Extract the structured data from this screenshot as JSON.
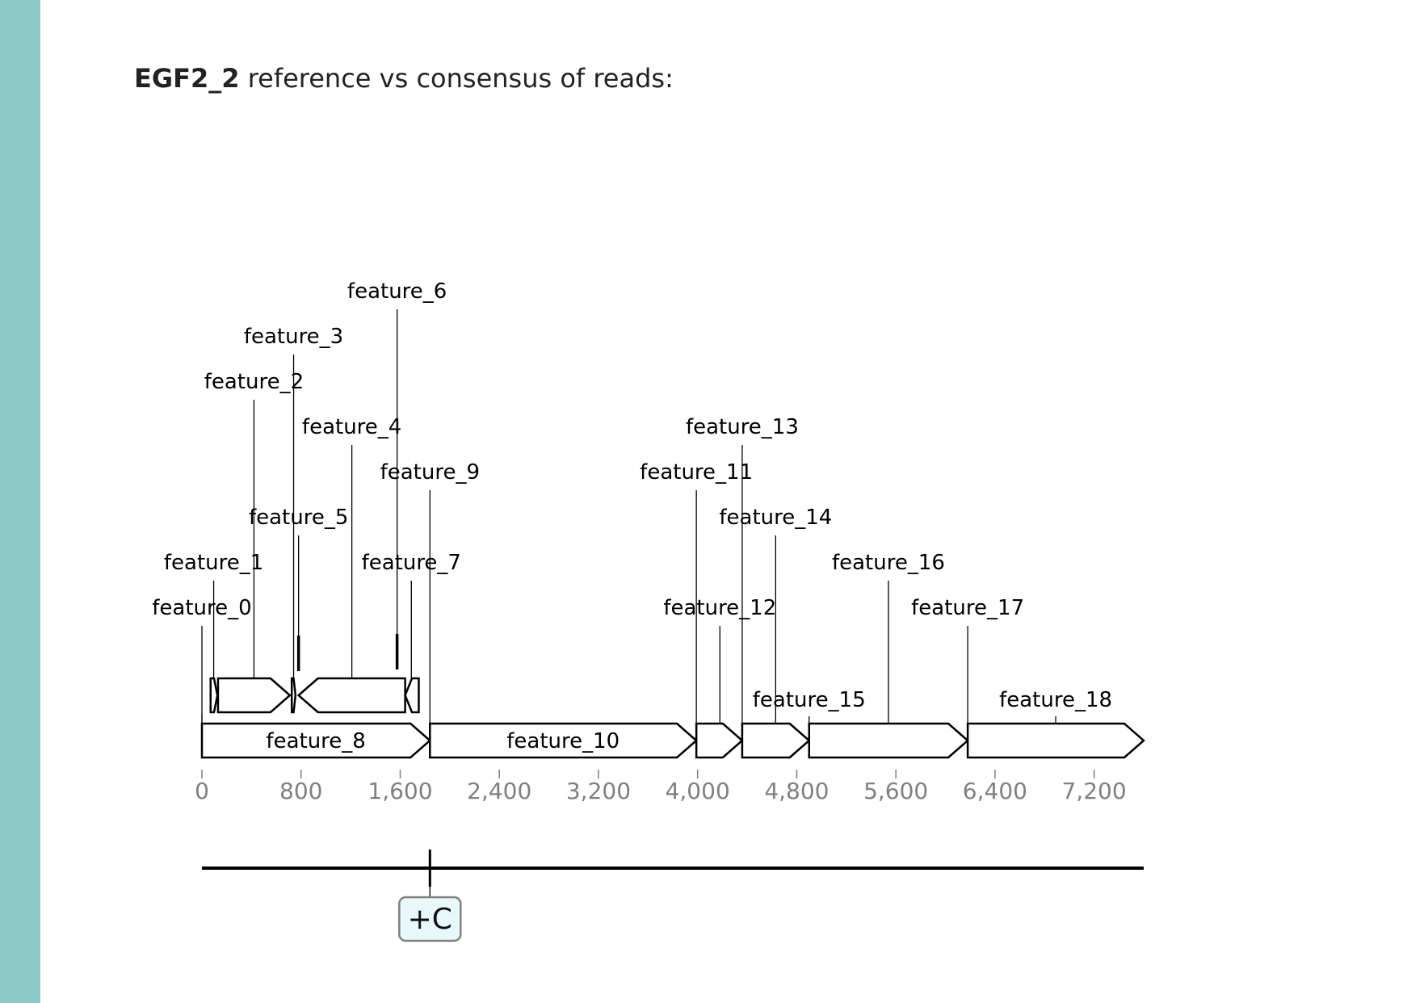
{
  "colors": {
    "side_band": "#8ecac8",
    "feature_outline": "#000000",
    "tick_label": "#808080",
    "mutation_box_fill": "#e8f8f8",
    "mutation_box_stroke": "#808080"
  },
  "title": {
    "construct": "EGF2_2",
    "rest": " reference vs consensus of reads:"
  },
  "axis": {
    "min": 0,
    "max": 7600,
    "ticks": [
      0,
      800,
      1600,
      2400,
      3200,
      4000,
      4800,
      5600,
      6400,
      7200
    ],
    "tick_labels": [
      "0",
      "800",
      "1,600",
      "2,400",
      "3,200",
      "4,000",
      "4,800",
      "5,600",
      "6,400",
      "7,200"
    ]
  },
  "features": [
    {
      "name": "feature_0",
      "start": 0,
      "end": 75,
      "strand": 0,
      "kind": "line",
      "label_at": 0,
      "label_level": 1
    },
    {
      "name": "feature_1",
      "start": 70,
      "end": 125,
      "strand": 1,
      "kind": "arrow",
      "label_at": 95,
      "label_level": 2
    },
    {
      "name": "feature_2",
      "start": 130,
      "end": 710,
      "strand": 1,
      "kind": "arrow",
      "label_at": 420,
      "label_level": 6
    },
    {
      "name": "feature_3",
      "start": 725,
      "end": 755,
      "strand": 1,
      "kind": "arrow",
      "label_at": 740,
      "label_level": 7
    },
    {
      "name": "feature_4",
      "start": 780,
      "end": 1640,
      "strand": -1,
      "kind": "arrow",
      "label_at": 1210,
      "label_level": 5
    },
    {
      "name": "feature_5",
      "start": 770,
      "end": 790,
      "strand": 0,
      "kind": "tick",
      "label_at": 780,
      "label_level": 3
    },
    {
      "name": "feature_6",
      "start": 1565,
      "end": 1585,
      "strand": 0,
      "kind": "tick",
      "label_at": 1575,
      "label_level": 8
    },
    {
      "name": "feature_7",
      "start": 1640,
      "end": 1750,
      "strand": -1,
      "kind": "arrow",
      "label_at": 1690,
      "label_level": 2
    },
    {
      "name": "feature_8",
      "start": 0,
      "end": 1840,
      "strand": 1,
      "kind": "arrow",
      "label_at": 920,
      "label_level": 0
    },
    {
      "name": "feature_9",
      "start": 1840,
      "end": 1840,
      "strand": 0,
      "kind": "line",
      "label_at": 1840,
      "label_level": 4
    },
    {
      "name": "feature_10",
      "start": 1840,
      "end": 3990,
      "strand": 1,
      "kind": "arrow",
      "label_at": 2915,
      "label_level": 0
    },
    {
      "name": "feature_11",
      "start": 3990,
      "end": 3990,
      "strand": 0,
      "kind": "line",
      "label_at": 3990,
      "label_level": 4
    },
    {
      "name": "feature_12",
      "start": 3990,
      "end": 4360,
      "strand": 1,
      "kind": "arrow",
      "label_at": 4180,
      "label_level": 1
    },
    {
      "name": "feature_13",
      "start": 4360,
      "end": 4360,
      "strand": 0,
      "kind": "line",
      "label_at": 4360,
      "label_level": 5
    },
    {
      "name": "feature_14",
      "start": 4360,
      "end": 4900,
      "strand": 1,
      "kind": "arrow",
      "label_at": 4630,
      "label_level": 3
    },
    {
      "name": "feature_15",
      "start": 4900,
      "end": 4900,
      "strand": 0,
      "kind": "line",
      "label_at": 4900,
      "label_level": -1
    },
    {
      "name": "feature_16",
      "start": 4900,
      "end": 6180,
      "strand": 1,
      "kind": "arrow",
      "label_at": 5540,
      "label_level": 2
    },
    {
      "name": "feature_17",
      "start": 6180,
      "end": 6180,
      "strand": 0,
      "kind": "line",
      "label_at": 6180,
      "label_level": 1
    },
    {
      "name": "feature_18",
      "start": 6180,
      "end": 7600,
      "strand": 1,
      "kind": "arrow",
      "label_at": 6890,
      "label_level": -1
    }
  ],
  "consensus": {
    "mutations": [
      {
        "position": 1840,
        "label": "+C"
      }
    ]
  }
}
